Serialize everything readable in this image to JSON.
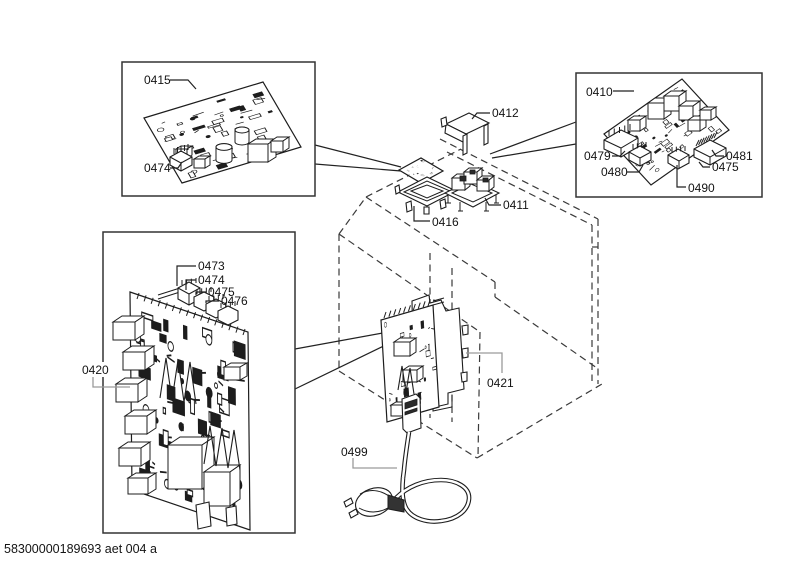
{
  "diagram": {
    "footer_code": "58300000189693 aet 004 a",
    "detail_boxes": {
      "top_left": {
        "board": "0415",
        "connector": "0474"
      },
      "top_right": {
        "board": "0410",
        "connector_a": "0479",
        "connector_b": "0480",
        "connector_c": "0490",
        "connector_d": "0475",
        "connector_e": "0481"
      },
      "left": {
        "board": "0420",
        "connector_a": "0473",
        "connector_b": "0474",
        "connector_c": "0475",
        "connector_d": "0476"
      }
    },
    "parts": {
      "cover": "0412",
      "control_module": "0411",
      "tray": "0416",
      "mounting_plate": "0421",
      "power_cord": "0499"
    }
  }
}
